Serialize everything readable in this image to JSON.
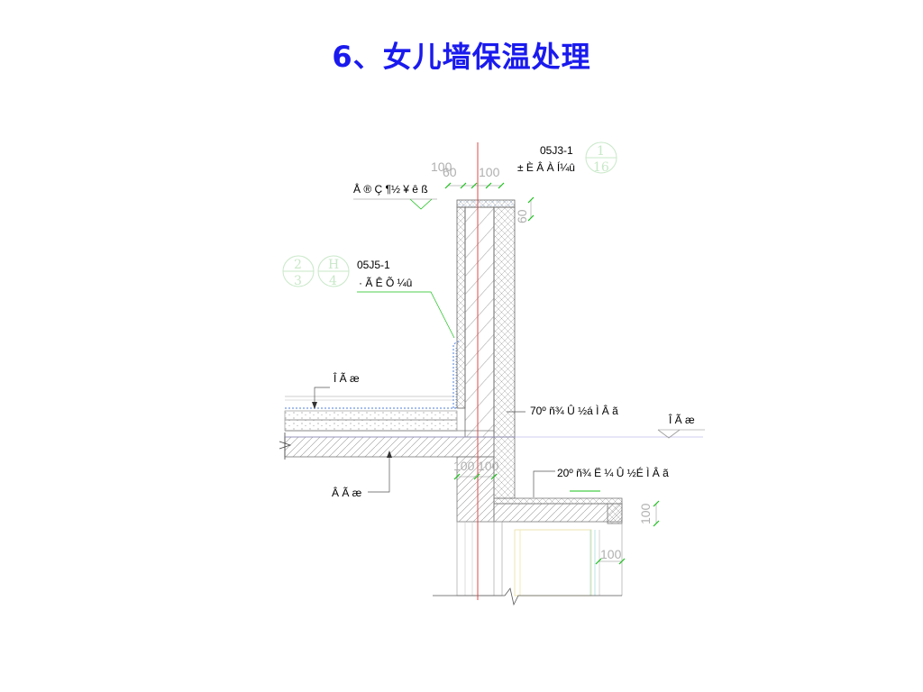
{
  "title": "6、女儿墙保温处理",
  "refs": {
    "top_code": "05J3-1",
    "top_desc": "± È Â À Í¼û",
    "mid_code": "05J5-1",
    "mid_desc": "· Ã Ê Õ ¼û"
  },
  "labels": {
    "parapet_note": "Å ® Ç ¶½ ¥ ê ß",
    "roof_left": "Î Ã æ",
    "roof_right": "Î Ã æ",
    "floor": "Â Ã æ",
    "insul_70": "70º ñ¾ Û ½á Ì Â ã",
    "insul_20": "20º ñ¾ Ë ¼ Û ½É Ì Â ã"
  },
  "dims": {
    "d100_top": "100",
    "d60": "60",
    "d100_right_top": "100",
    "d60_vert": "60",
    "d100_mid_a": "100",
    "d100_mid_b": "100",
    "d100_vert_right": "100",
    "d100_bottom": "100"
  },
  "symbols": {
    "top_circle_num": "1",
    "top_circle_sheet": "16",
    "left_circle_a_num": "2",
    "left_circle_a_sheet": "3",
    "left_circle_b_num": "H",
    "left_circle_b_sheet": "4"
  }
}
